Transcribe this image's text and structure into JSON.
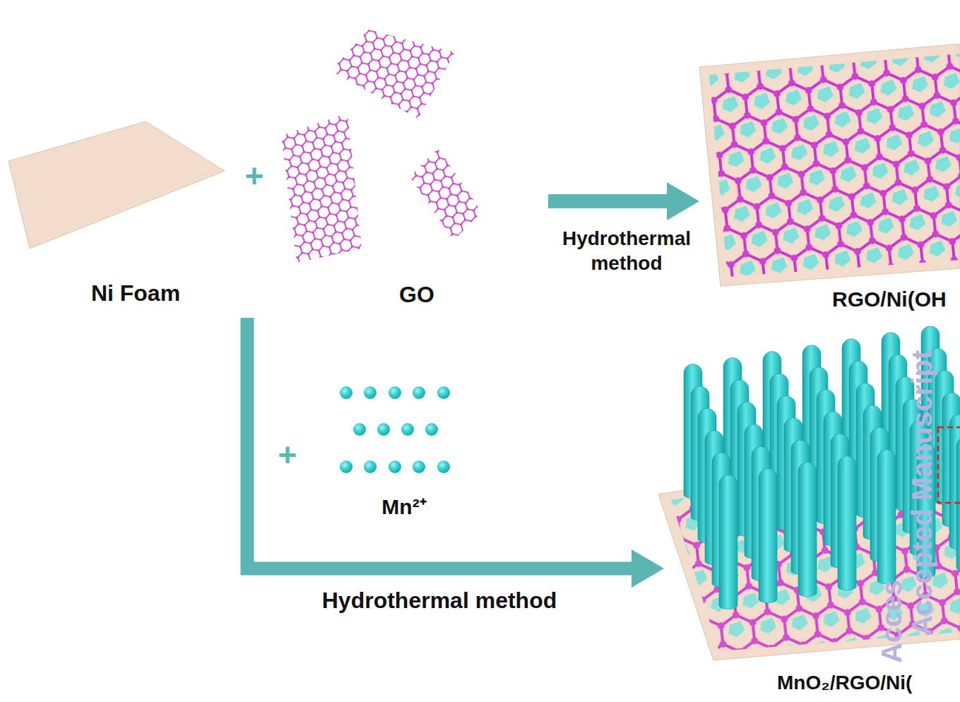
{
  "diagram": {
    "nodes": [
      {
        "text": [
          "Ni Foam"
        ]
      },
      {
        "text": [
          "GO"
        ]
      },
      {
        "text": [
          "RGO/Ni(OH"
        ]
      },
      {
        "text": [
          "Mn²⁺"
        ]
      },
      {
        "text": [
          "MnO₂/RGO/Ni("
        ]
      }
    ],
    "edges": [
      {
        "from": 1,
        "to": 2,
        "label": "Hydrothermal method",
        "arrow": "to"
      },
      {
        "from": 0,
        "to": 4,
        "label": "Hydrothermal method",
        "arrow": "to"
      }
    ],
    "labels": [
      "+",
      "+",
      "Accepted Manuscript",
      "Acces"
    ]
  }
}
